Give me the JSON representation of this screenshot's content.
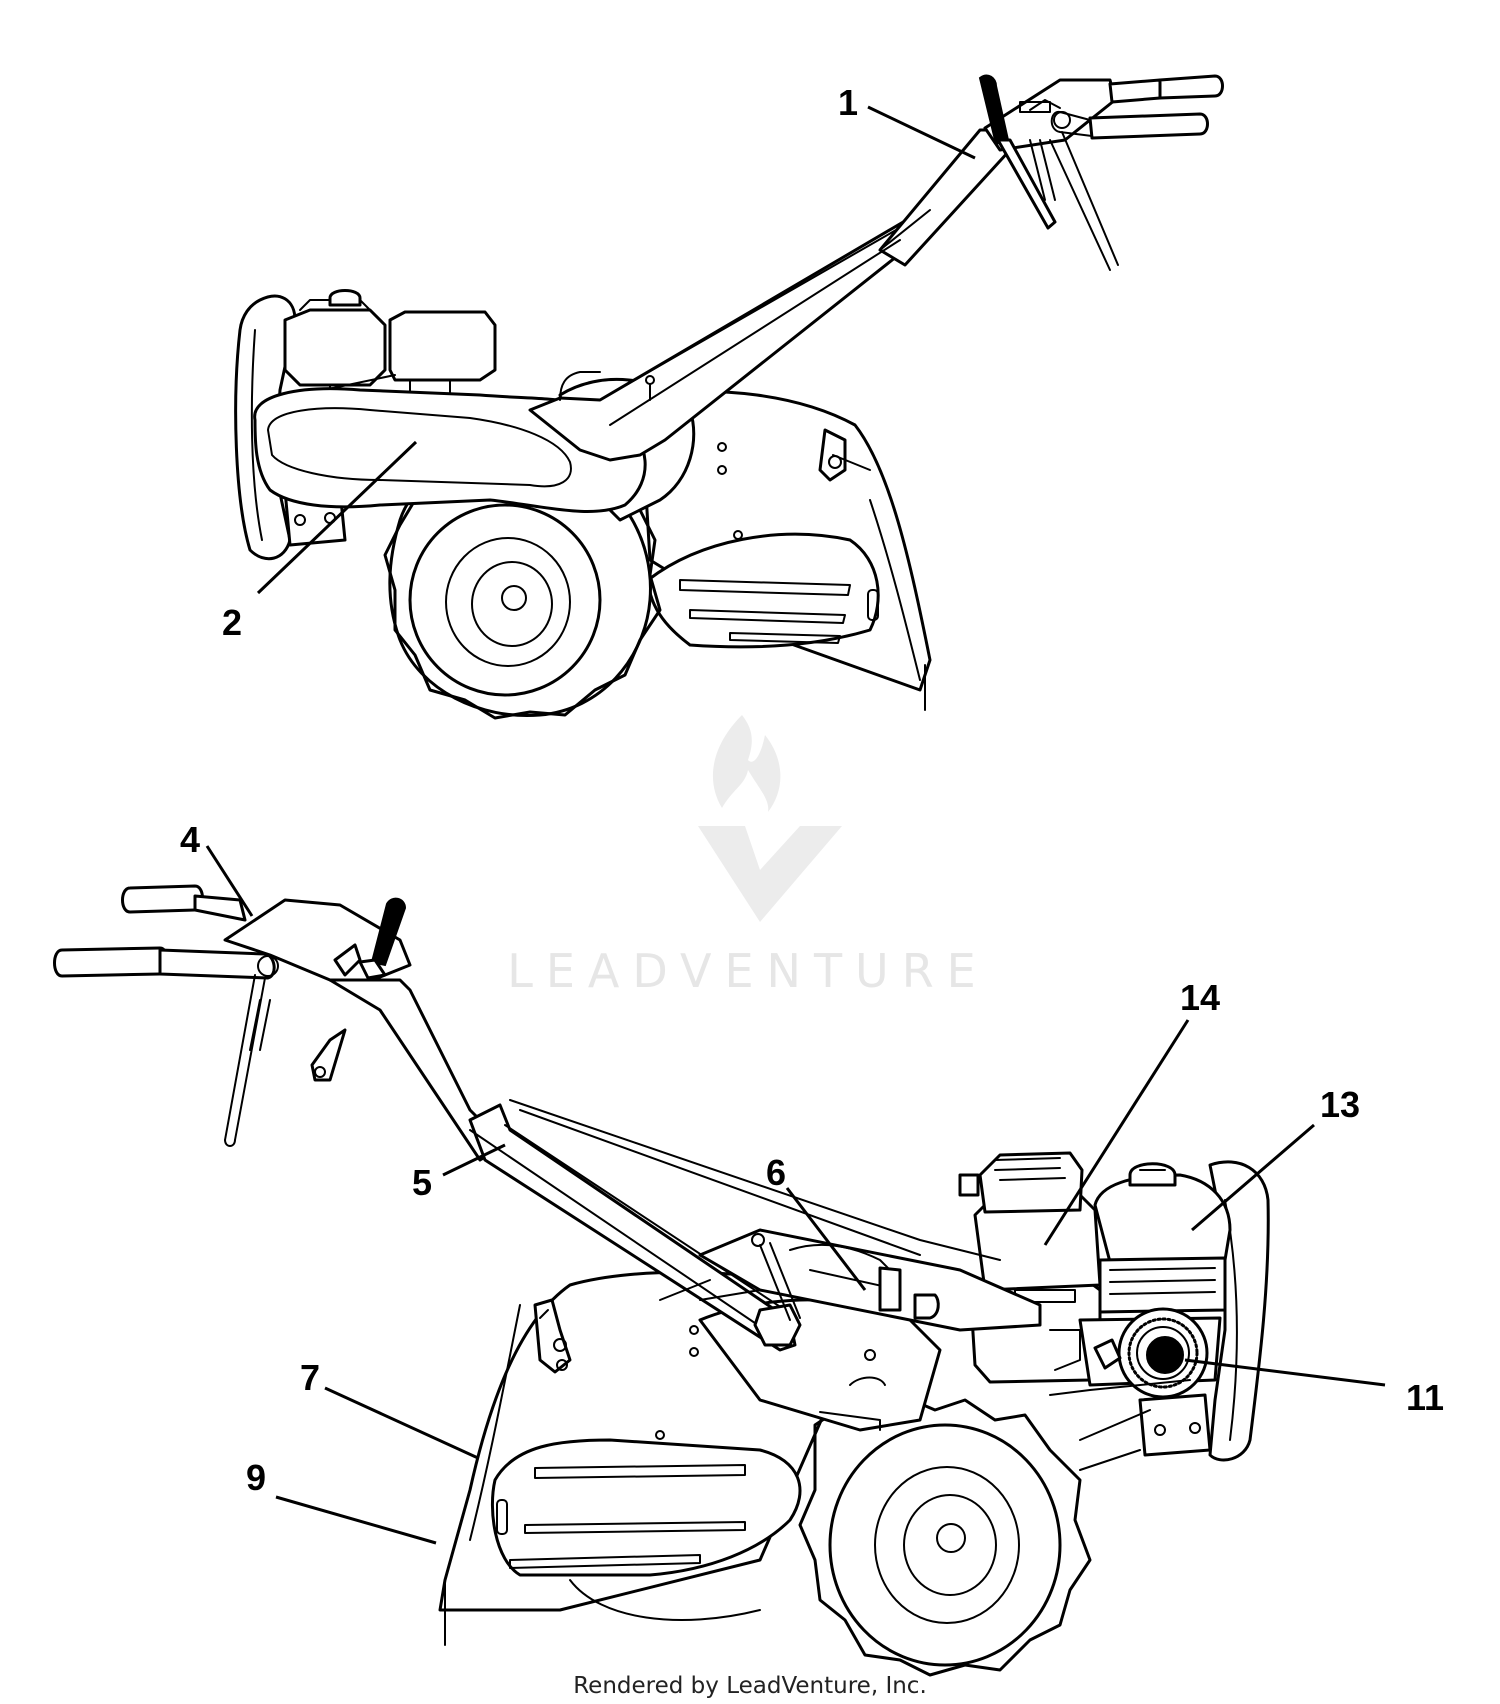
{
  "diagram": {
    "callouts": {
      "c1": "1",
      "c2": "2",
      "c4": "4",
      "c5": "5",
      "c6": "6",
      "c7": "7",
      "c9": "9",
      "c11": "11",
      "c13": "13",
      "c14": "14"
    },
    "watermark": "LEADVENTURE",
    "footer": "Rendered by LeadVenture, Inc."
  }
}
